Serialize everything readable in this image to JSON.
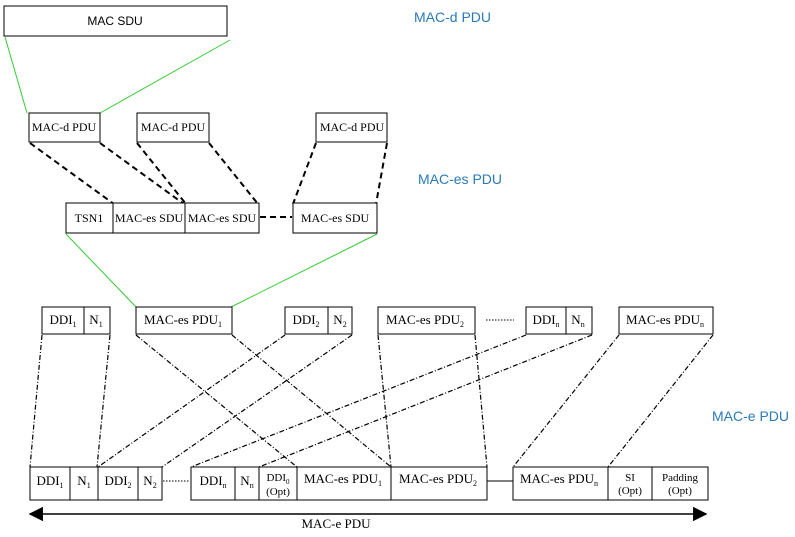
{
  "layers": {
    "macd": "MAC-d PDU",
    "maces": "MAC-es PDU",
    "mace": "MAC-e PDU"
  },
  "top": {
    "mac_sdu": "MAC SDU",
    "macd_pdu_1": "MAC-d PDU",
    "macd_pdu_2": "MAC-d PDU",
    "macd_pdu_3": "MAC-d PDU"
  },
  "es_row": {
    "tsn": "TSN1",
    "sdu_1": "MAC-es SDU",
    "sdu_2": "MAC-es SDU",
    "sdu_3": "MAC-es SDU"
  },
  "middle": {
    "ddi": "DDI",
    "n": "N",
    "maces_pdu": "MAC-es PDU",
    "sub_1": "1",
    "sub_2": "2",
    "sub_n": "n",
    "sub_0": "0"
  },
  "bottom": {
    "opt": "(Opt)",
    "si": "SI",
    "padding": "Padding",
    "mace_pdu_label": "MAC-e PDU"
  },
  "colors": {
    "layer_label": "#2a7ab8",
    "mapping_line": "#33cc33"
  }
}
